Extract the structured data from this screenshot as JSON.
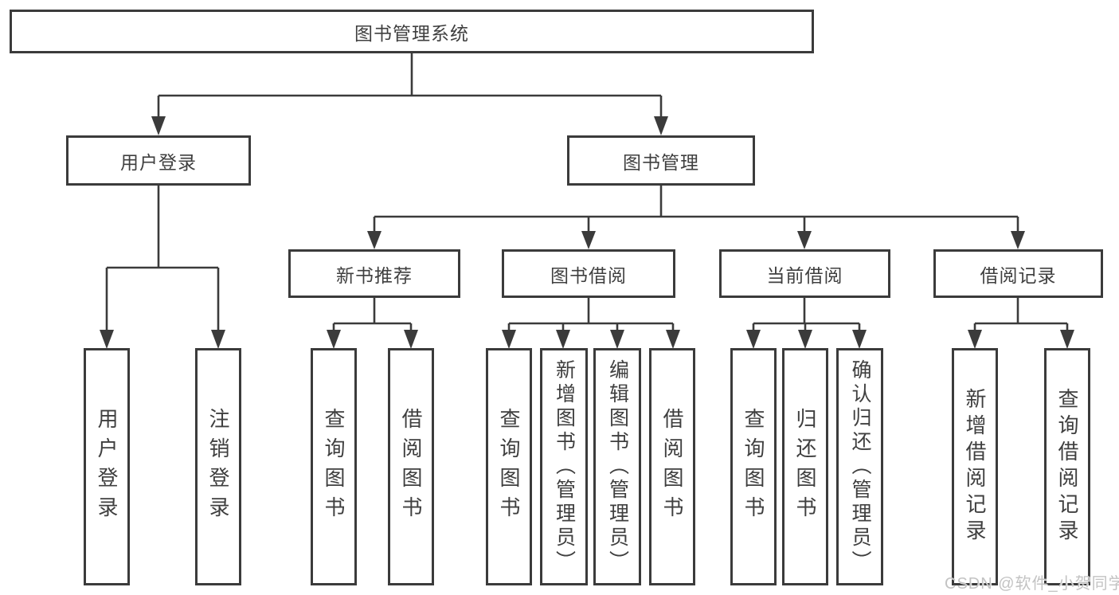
{
  "colors": {
    "line": "#3b3b3b",
    "text": "#3f3f3f",
    "watermark": "#c3c3c3"
  },
  "watermark": "CSDN @软件_小贺同学",
  "tree": {
    "root": "图书管理系统",
    "branches": [
      {
        "label": "用户登录",
        "children": [
          {
            "label": "用户登录"
          },
          {
            "label": "注销登录"
          }
        ]
      },
      {
        "label": "图书管理",
        "groups": [
          {
            "label": "新书推荐",
            "children": [
              {
                "label": "查询图书"
              },
              {
                "label": "借阅图书"
              }
            ]
          },
          {
            "label": "图书借阅",
            "children": [
              {
                "label": "查询图书"
              },
              {
                "label": "新增图书（管理员）"
              },
              {
                "label": "编辑图书（管理员）"
              },
              {
                "label": "借阅图书"
              }
            ]
          },
          {
            "label": "当前借阅",
            "children": [
              {
                "label": "查询图书"
              },
              {
                "label": "归还图书"
              },
              {
                "label": "确认归还（管理员）"
              }
            ]
          },
          {
            "label": "借阅记录",
            "children": [
              {
                "label": "新增借阅记录"
              },
              {
                "label": "查询借阅记录"
              }
            ]
          }
        ]
      }
    ]
  }
}
